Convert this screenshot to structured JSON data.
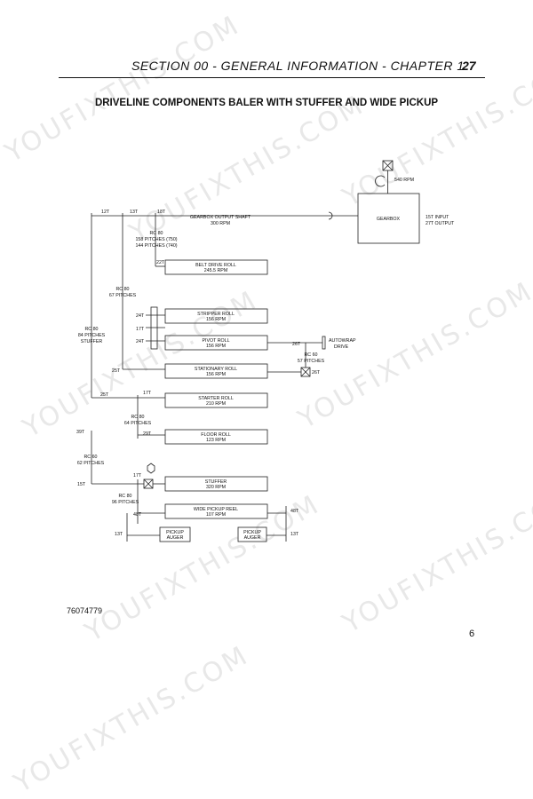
{
  "header": {
    "section": "SECTION 00 - GENERAL INFORMATION - CHAPTER 1",
    "page": "27"
  },
  "title": "DRIVELINE COMPONENTS BALER WITH STUFFER AND WIDE PICKUP",
  "diagram": {
    "input_rpm": "540 RPM",
    "gearbox": "GEARBOX",
    "gearbox_io": [
      "15T INPUT",
      "27T OUTPUT"
    ],
    "gearbox_output_shaft": [
      "GEARBOX OUTPUT SHAFT",
      "300 RPM"
    ],
    "sprockets": {
      "s12": "12T",
      "s13": "13T",
      "s18": "18T",
      "s22": "22T",
      "s24a": "24T",
      "s17a": "17T",
      "s24b": "24T",
      "s25a": "25T",
      "s26a": "26T",
      "s26b": "26T",
      "s25b": "25T",
      "s17b": "17T",
      "s39": "39T",
      "s29": "29T",
      "s15": "15T",
      "s17c": "17T",
      "s48a": "48T",
      "s48b": "48T",
      "s13a": "13T",
      "s13b": "13T"
    },
    "chains": {
      "rc80_main": [
        "RC 80",
        "158 PITCHES (750)",
        "144 PITCHES (740)"
      ],
      "rc80_67": [
        "RC 80",
        "67 PITCHES"
      ],
      "rc80_84": [
        "RC 80",
        "84 PITCHES",
        "STUFFER"
      ],
      "rc60_57": [
        "RC 60",
        "57 PITCHES"
      ],
      "rc80_64": [
        "RC 80",
        "64 PITCHES"
      ],
      "rc60_62": [
        "RC 60",
        "62 PITCHES"
      ],
      "rc80_96": [
        "RC 80",
        "96 PITCHES"
      ]
    },
    "autowrap": [
      "AUTOWRAP",
      "DRIVE"
    ],
    "components": {
      "belt_drive_roll": [
        "BELT DRIVE ROLL",
        "245.5 RPM"
      ],
      "stripper_roll": [
        "STRIPPER ROLL",
        "156 RPM"
      ],
      "pivot_roll": [
        "PIVOT ROLL",
        "156 RPM"
      ],
      "stationary_roll": [
        "STATIONARY ROLL",
        "156 RPM"
      ],
      "starter_roll": [
        "STARTER ROLL",
        "210 RPM"
      ],
      "floor_roll": [
        "FLOOR ROLL",
        "123 RPM"
      ],
      "stuffer": [
        "STUFFER",
        "320 RPM"
      ],
      "wide_pickup_reel": [
        "WIDE PICKUP REEL",
        "107 RPM"
      ],
      "pickup_auger_left": [
        "PICKUP",
        "AUGER"
      ],
      "pickup_auger_right": [
        "PICKUP",
        "AUGER"
      ]
    }
  },
  "figure_number": "76074779",
  "page_number": "6",
  "watermark": "YOUFIXTHIS.COM"
}
